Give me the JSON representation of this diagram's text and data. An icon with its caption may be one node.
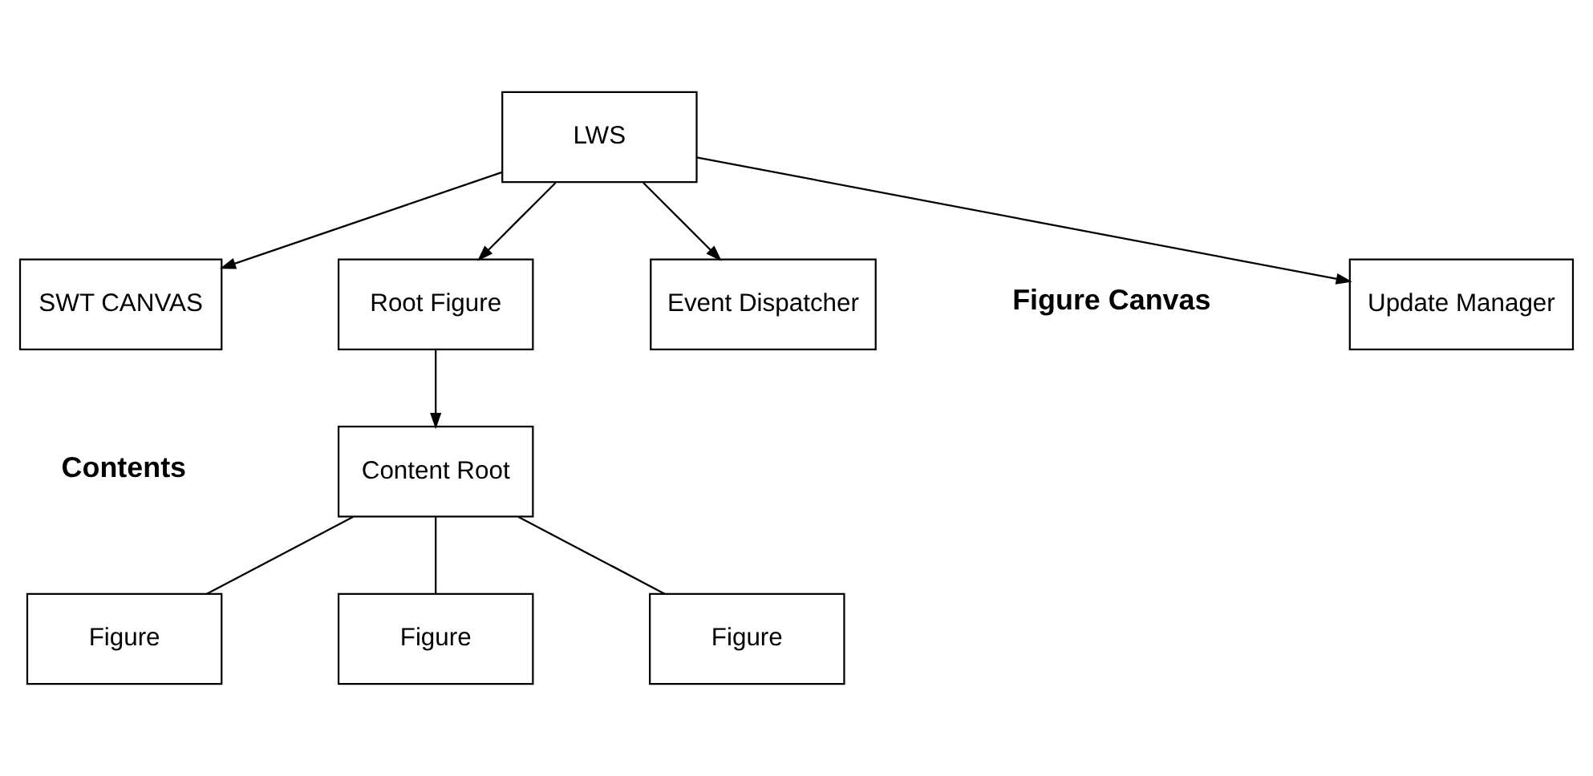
{
  "diagram": {
    "nodes": [
      {
        "text": [
          "SWT CANVAS"
        ]
      },
      {
        "text": [
          "LWS"
        ]
      },
      {
        "text": [
          "Update Manager"
        ]
      },
      {
        "text": [
          "Root Figure"
        ]
      },
      {
        "text": [
          "Event Dispatcher"
        ]
      },
      {
        "text": [
          "Content Root"
        ]
      },
      {
        "text": [
          "Figure"
        ]
      },
      {
        "text": [
          "Figure"
        ]
      },
      {
        "text": [
          "Figure"
        ]
      }
    ],
    "edges": [
      {
        "from": 1,
        "to": 0,
        "arrow": "to"
      },
      {
        "from": 1,
        "to": 2,
        "arrow": "to"
      },
      {
        "from": 1,
        "to": 3,
        "arrow": "to"
      },
      {
        "from": 1,
        "to": 4,
        "arrow": "to"
      },
      {
        "from": 3,
        "to": 5,
        "arrow": "to"
      },
      {
        "from": 5,
        "to": 6,
        "arrow": "none"
      },
      {
        "from": 5,
        "to": 7,
        "arrow": "none"
      },
      {
        "from": 5,
        "to": 8,
        "arrow": "none"
      }
    ],
    "labels": [
      "Figure Canvas",
      "Contents"
    ]
  }
}
